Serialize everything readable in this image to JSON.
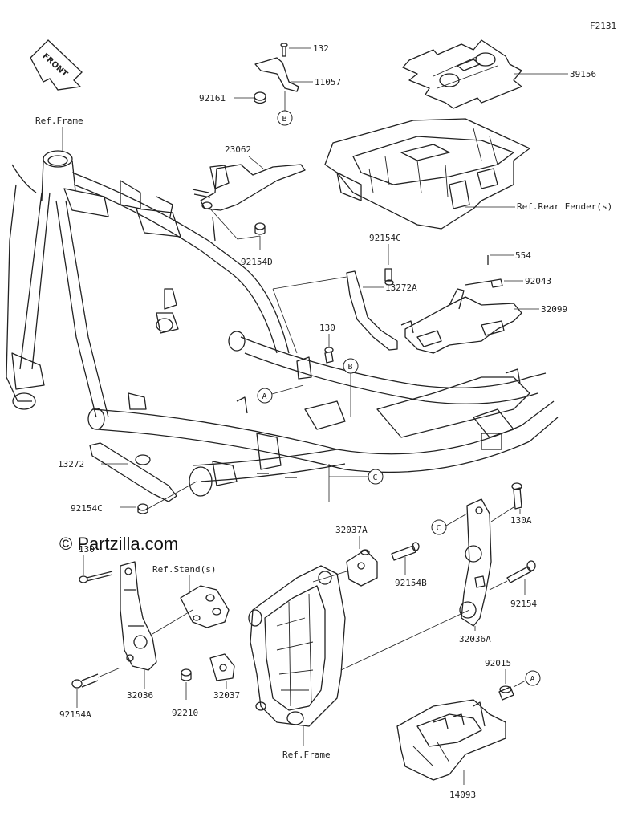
{
  "diagram_id": "F2131",
  "watermark": "© Partzilla.com",
  "front_label": "FRONT",
  "callouts": {
    "a": "A",
    "b": "B",
    "c": "C"
  },
  "labels": {
    "ref_frame_top": "Ref.Frame",
    "ref_frame_bottom": "Ref.Frame",
    "ref_rear_fender": "Ref.Rear Fender(s)",
    "ref_stand": "Ref.Stand(s)",
    "p132": "132",
    "p11057": "11057",
    "p92161": "92161",
    "p39156": "39156",
    "p23062": "23062",
    "p92154D": "92154D",
    "p92154C_top": "92154C",
    "p554": "554",
    "p13272A": "13272A",
    "p92043": "92043",
    "p32099": "32099",
    "p130": "130",
    "p13272": "13272",
    "p92154C_bottom": "92154C",
    "p130A": "130A",
    "p130_left": "130",
    "p32037A": "32037A",
    "p92154B": "92154B",
    "p92154": "92154",
    "p32036A": "32036A",
    "p32036": "32036",
    "p32037": "32037",
    "p92210": "92210",
    "p92154A": "92154A",
    "p92015": "92015",
    "p14093": "14093"
  }
}
